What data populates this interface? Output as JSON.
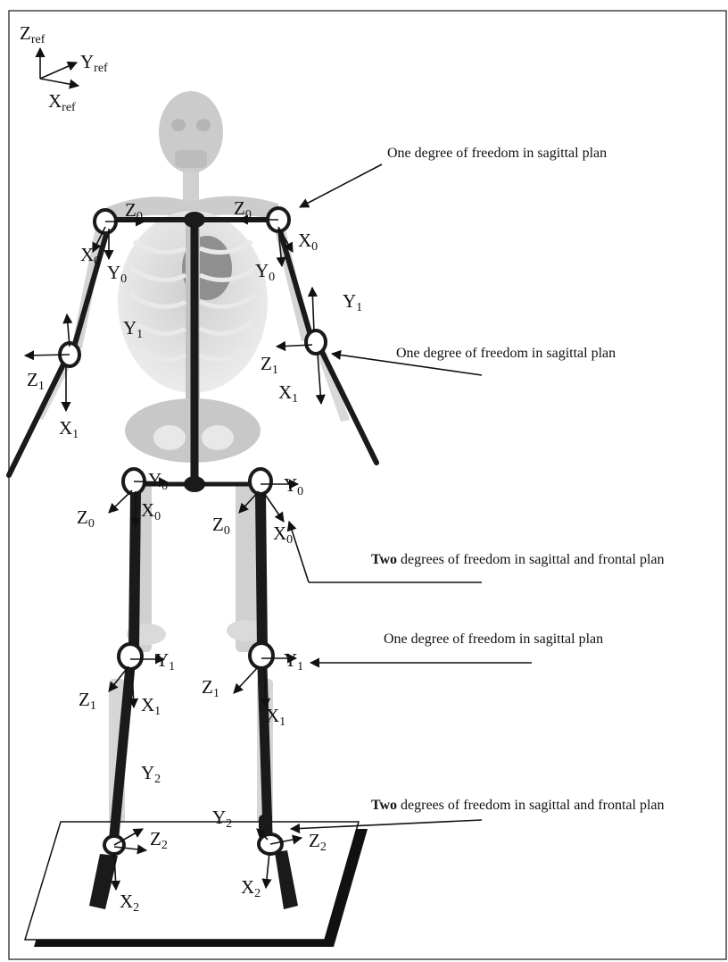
{
  "reference_frame": {
    "z": "Z",
    "z_sub": "ref",
    "y": "Y",
    "y_sub": "ref",
    "x": "X",
    "x_sub": "ref"
  },
  "annotations": [
    {
      "bold": "",
      "text": "One degree of freedom in sagittal plan"
    },
    {
      "bold": "",
      "text": "One degree of freedom in sagittal plan"
    },
    {
      "bold": "Two",
      "text": " degrees of freedom in sagittal and frontal plan"
    },
    {
      "bold": "",
      "text": "One degree of freedom in sagittal plan"
    },
    {
      "bold": "Two",
      "text": " degrees of freedom in sagittal and frontal plan"
    }
  ],
  "axis_labels": [
    {
      "letter": "Z",
      "sub": "0"
    },
    {
      "letter": "X",
      "sub": "0"
    },
    {
      "letter": "Y",
      "sub": "0"
    },
    {
      "letter": "Z",
      "sub": "0"
    },
    {
      "letter": "X",
      "sub": "0"
    },
    {
      "letter": "Y",
      "sub": "0"
    },
    {
      "letter": "Y",
      "sub": "1"
    },
    {
      "letter": "Z",
      "sub": "1"
    },
    {
      "letter": "X",
      "sub": "1"
    },
    {
      "letter": "Y",
      "sub": "1"
    },
    {
      "letter": "Z",
      "sub": "1"
    },
    {
      "letter": "X",
      "sub": "1"
    },
    {
      "letter": "Y",
      "sub": "0"
    },
    {
      "letter": "Z",
      "sub": "0"
    },
    {
      "letter": "X",
      "sub": "0"
    },
    {
      "letter": "Y",
      "sub": "0"
    },
    {
      "letter": "Z",
      "sub": "0"
    },
    {
      "letter": "X",
      "sub": "0"
    },
    {
      "letter": "Y",
      "sub": "1"
    },
    {
      "letter": "Z",
      "sub": "1"
    },
    {
      "letter": "X",
      "sub": "1"
    },
    {
      "letter": "Y",
      "sub": "1"
    },
    {
      "letter": "Z",
      "sub": "1"
    },
    {
      "letter": "X",
      "sub": "1"
    },
    {
      "letter": "Y",
      "sub": "2"
    },
    {
      "letter": "Z",
      "sub": "2"
    },
    {
      "letter": "X",
      "sub": "2"
    },
    {
      "letter": "Y",
      "sub": "2"
    },
    {
      "letter": "Z",
      "sub": "2"
    },
    {
      "letter": "X",
      "sub": "2"
    }
  ]
}
